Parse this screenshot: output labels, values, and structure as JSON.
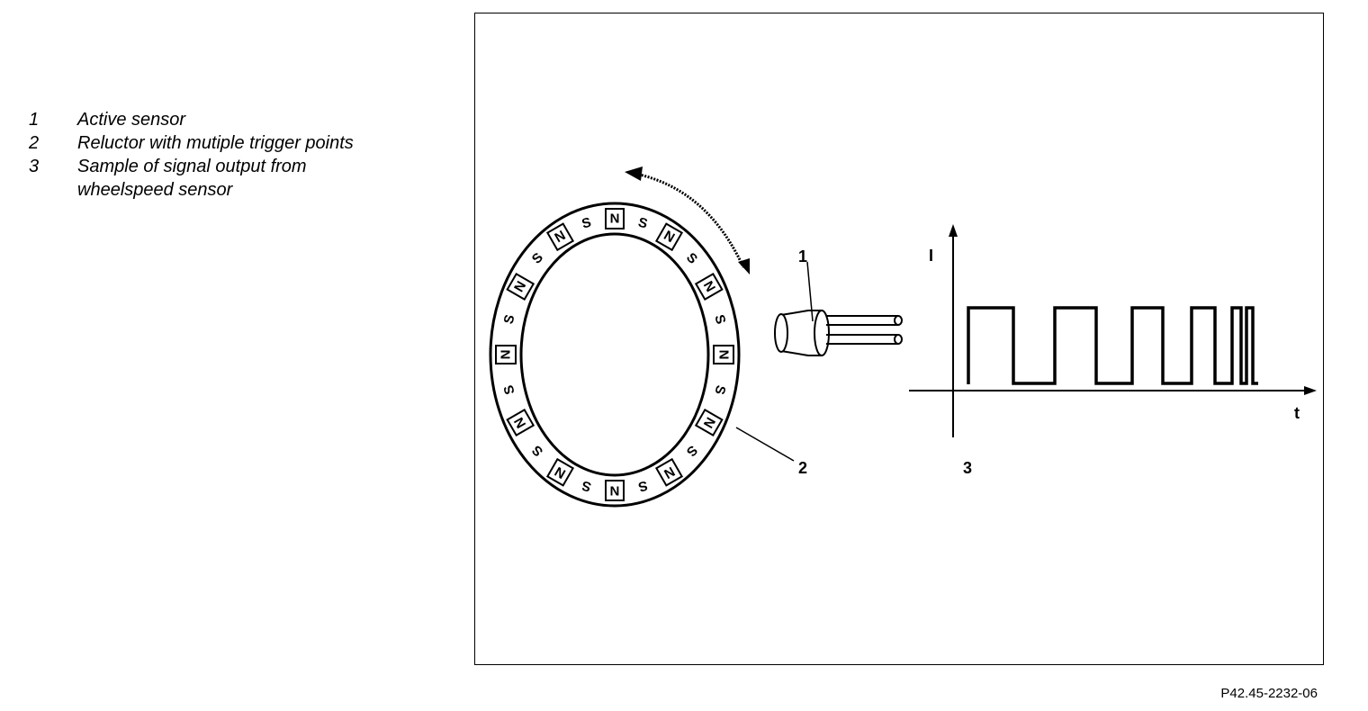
{
  "legend": [
    {
      "number": "1",
      "text": "Active sensor"
    },
    {
      "number": "2",
      "text": "Reluctor with mutiple trigger points"
    },
    {
      "number": "3",
      "text": "Sample of signal output from wheelspeed sensor"
    }
  ],
  "diagram": {
    "callouts": {
      "sensor": "1",
      "reluctor": "2",
      "signal": "3"
    },
    "axis_labels": {
      "y": "I",
      "x": "t"
    },
    "poles": [
      "N",
      "S",
      "N",
      "S",
      "N",
      "S",
      "N",
      "S",
      "N",
      "S",
      "N",
      "S",
      "N",
      "S",
      "N",
      "S",
      "N",
      "S",
      "N",
      "S",
      "N",
      "S",
      "N",
      "S"
    ],
    "figure_code": "P42.45-2232-06"
  }
}
